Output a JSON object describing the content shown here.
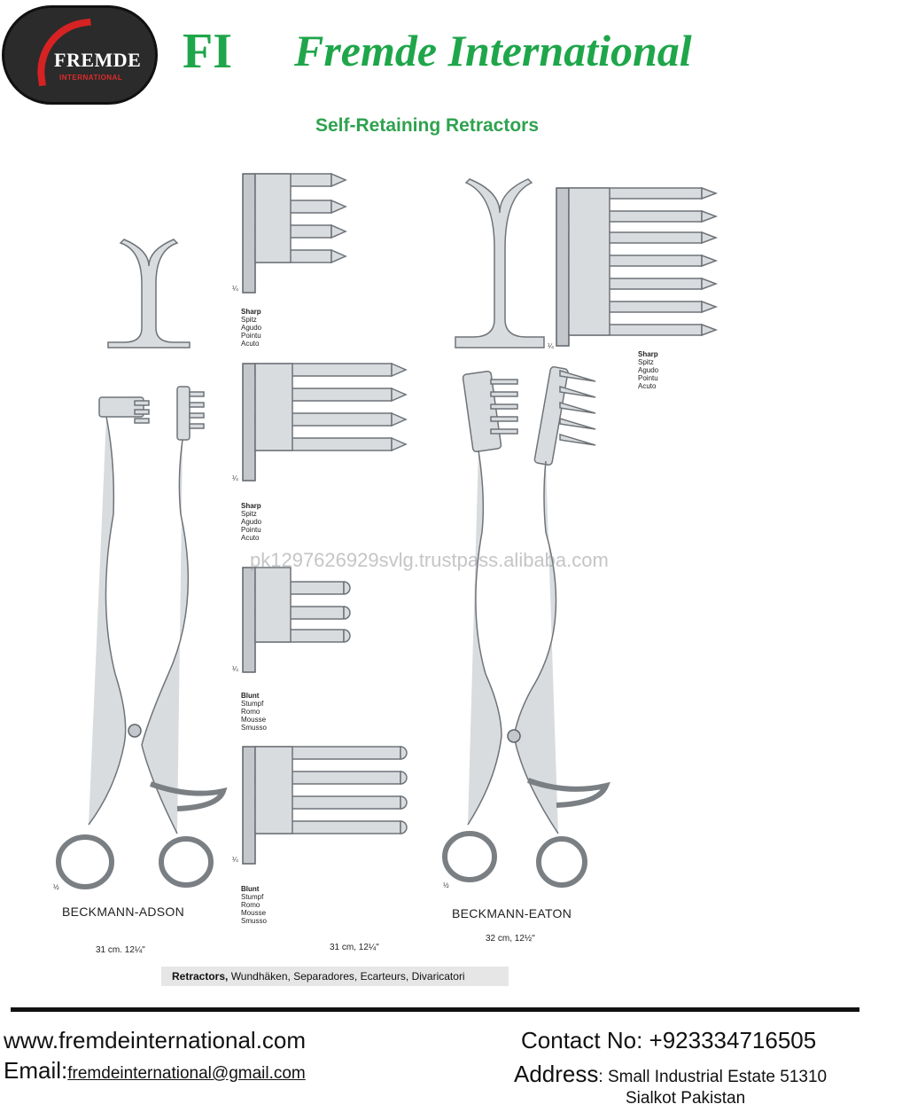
{
  "logo": {
    "brand": "FREMDE",
    "sub": "INTERNATIONAL"
  },
  "header": {
    "mark": "FI",
    "company": "Fremde International",
    "subtitle": "Self-Retaining Retractors"
  },
  "blades": [
    {
      "type": "Sharp",
      "terms": [
        "Spitz",
        "Agudo",
        "Pointu",
        "Acuto"
      ],
      "scale": "¼"
    },
    {
      "type": "Sharp",
      "terms": [
        "Spitz",
        "Agudo",
        "Pointu",
        "Acuto"
      ],
      "scale": "¼"
    },
    {
      "type": "Blunt",
      "terms": [
        "Stumpf",
        "Romo",
        "Mousse",
        "Smusso"
      ],
      "scale": "¼"
    },
    {
      "type": "Blunt",
      "terms": [
        "Stumpf",
        "Romo",
        "Mousse",
        "Smusso"
      ],
      "scale": "¼"
    },
    {
      "type": "Sharp",
      "terms": [
        "Spitz",
        "Agudo",
        "Pointu",
        "Acuto"
      ],
      "scale": "¼"
    }
  ],
  "instruments": {
    "left": {
      "name": "BECKMANN-ADSON",
      "size": "31 cm. 12¼\"",
      "scale": "½"
    },
    "middle": {
      "size": "31 cm, 12¼\""
    },
    "right": {
      "name": "BECKMANN-EATON",
      "size": "32 cm, 12½\"",
      "scale": "½"
    }
  },
  "watermark": "pk1297626929svlg.trustpass.alibaba.com",
  "legend": {
    "bold": "Retractors,",
    "rest": " Wundhäken, Separadores, Ecarteurs, Divaricatori"
  },
  "footer": {
    "website": "www.fremdeinternational.com",
    "email_label": "Email:",
    "email": "fremdeinternational@gmail.com",
    "contact": "Contact No: +923334716505",
    "address_label": "Address",
    "address_line1": ": Small Industrial Estate 51310",
    "address_line2": "Sialkot Pakistan"
  }
}
